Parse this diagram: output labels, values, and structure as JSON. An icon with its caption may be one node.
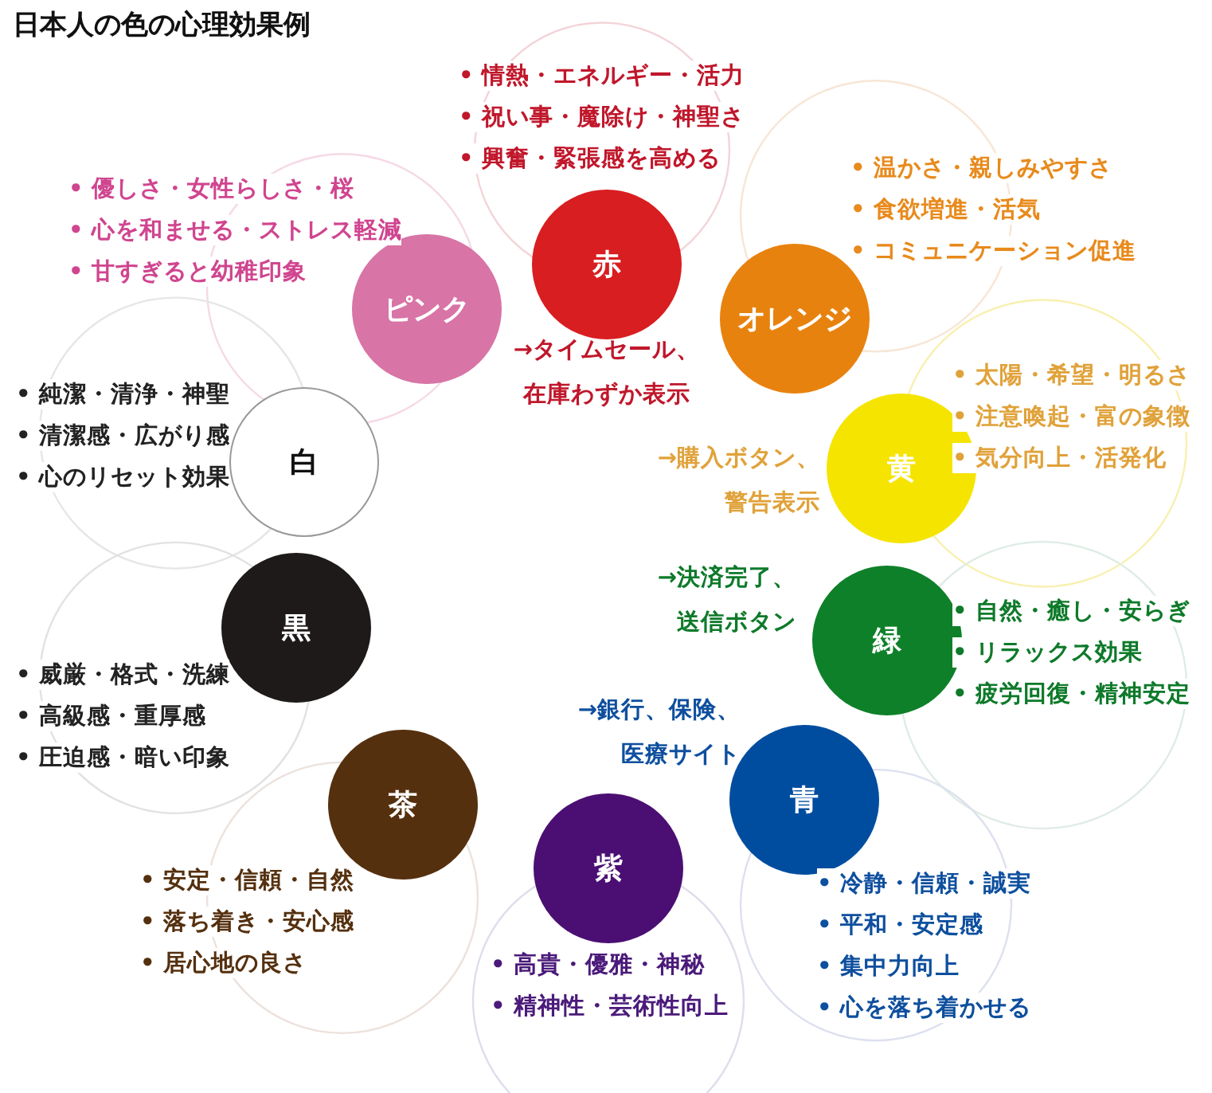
{
  "diagram": {
    "title": "日本人の色の心理効果例",
    "nodes": [
      {
        "text": [
          "赤"
        ],
        "beside": [
          "• 情熱・エネルギー・活力",
          "• 祝い事・魔除け・神聖さ",
          "• 興奮・緊張感を高める",
          "→タイムセール、在庫わずか表示"
        ]
      },
      {
        "text": [
          "ピンク"
        ],
        "beside": [
          "• 優しさ・女性らしさ・桜",
          "• 心を和ませる・ストレス軽減",
          "• 甘すぎると幼稚印象"
        ]
      },
      {
        "text": [
          "オレンジ"
        ],
        "beside": [
          "• 温かさ・親しみやすさ",
          "• 食欲増進・活気",
          "• コミュニケーション促進"
        ]
      },
      {
        "text": [
          "黄"
        ],
        "beside": [
          "• 太陽・希望・明るさ",
          "• 注意喚起・富の象徴",
          "• 気分向上・活発化",
          "→購入ボタン、警告表示"
        ]
      },
      {
        "text": [
          "白"
        ],
        "beside": [
          "• 純潔・清浄・神聖",
          "• 清潔感・広がり感",
          "• 心のリセット効果"
        ]
      },
      {
        "text": [
          "黒"
        ],
        "beside": [
          "• 威厳・格式・洗練",
          "• 高級感・重厚感",
          "• 圧迫感・暗い印象"
        ]
      },
      {
        "text": [
          "緑"
        ],
        "beside": [
          "• 自然・癒し・安らぎ",
          "• リラックス効果",
          "• 疲労回復・精神安定",
          "→決済完了、送信ボタン"
        ]
      },
      {
        "text": [
          "青"
        ],
        "beside": [
          "• 冷静・信頼・誠実",
          "• 平和・安定感",
          "• 集中力向上",
          "• 心を落ち着かせる",
          "→銀行、保険、医療サイト"
        ]
      },
      {
        "text": [
          "茶"
        ],
        "beside": [
          "• 安定・信頼・自然",
          "• 落ち着き・安心感",
          "• 居心地の良さ"
        ]
      },
      {
        "text": [
          "紫"
        ],
        "beside": [
          "• 高貴・優雅・神秘",
          "• 精神性・芸術性向上"
        ]
      }
    ]
  }
}
